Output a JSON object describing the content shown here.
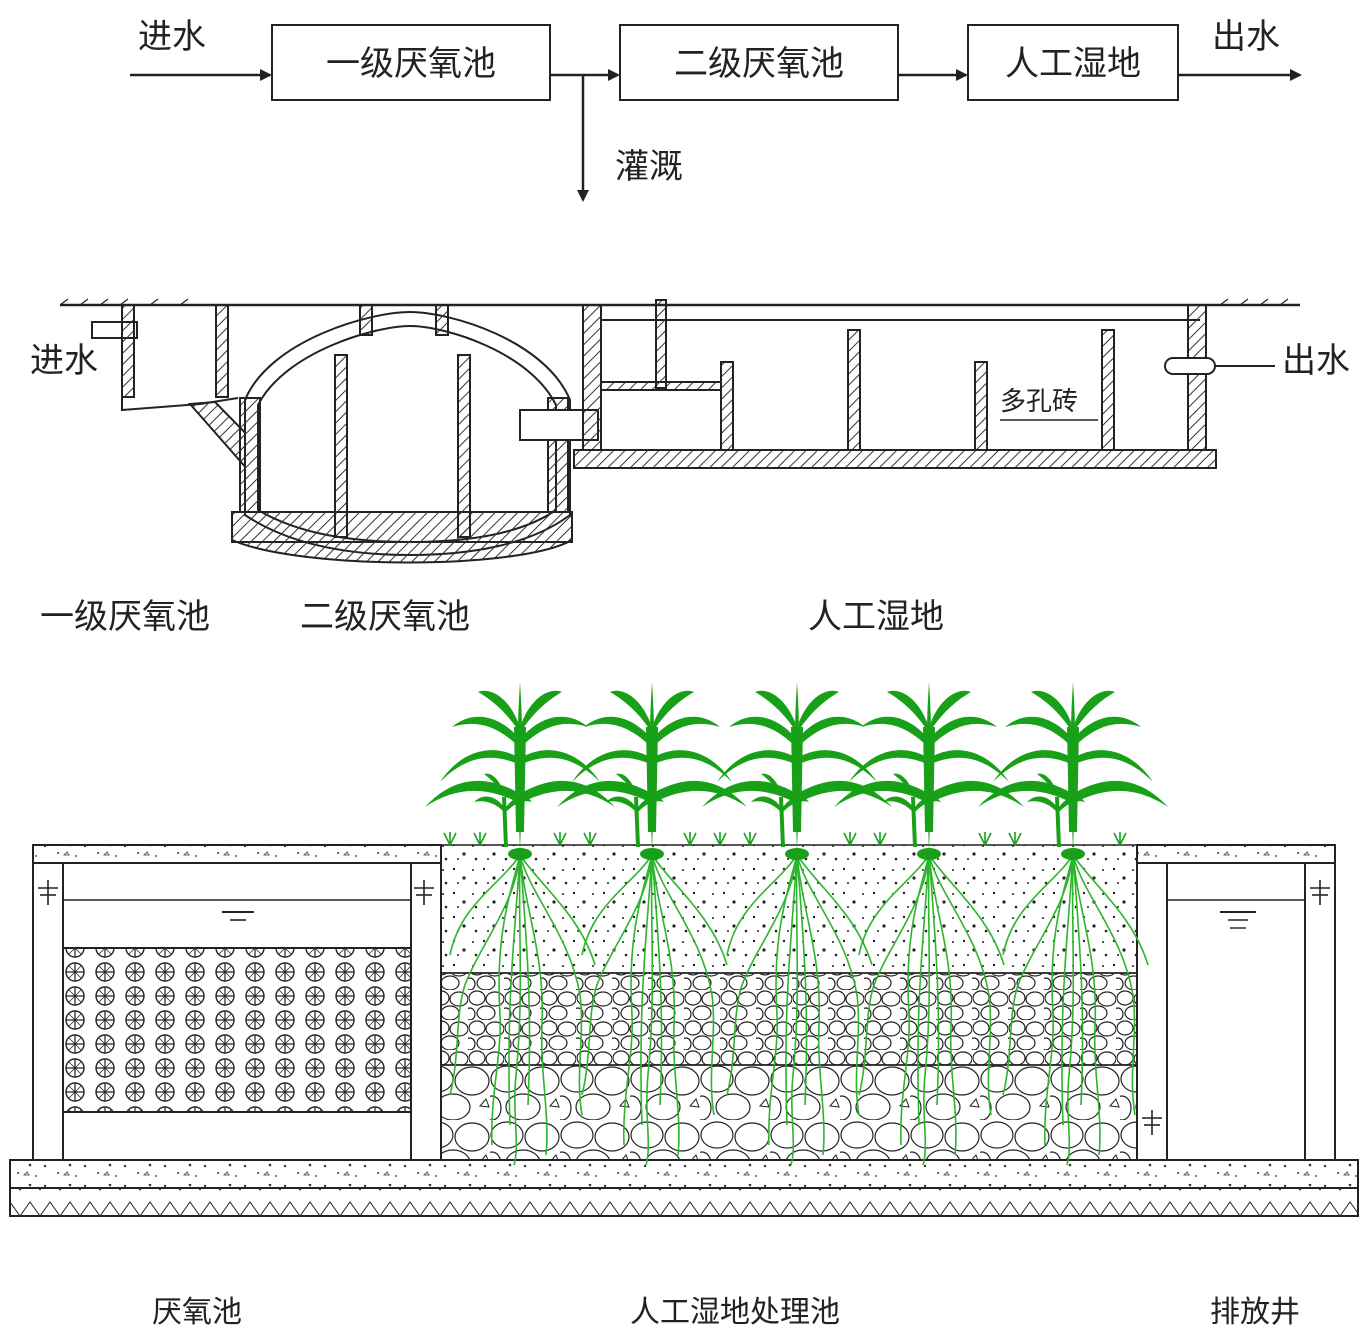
{
  "flow": {
    "inlet": "进水",
    "outlet": "出水",
    "branch": "灌溉",
    "boxes": [
      "一级厌氧池",
      "二级厌氧池",
      "人工湿地"
    ]
  },
  "section": {
    "inlet": "进水",
    "outlet": "出水",
    "porous_brick": "多孔砖",
    "captions": [
      "一级厌氧池",
      "二级厌氧池",
      "人工湿地"
    ]
  },
  "cutaway": {
    "captions": [
      "厌氧池",
      "人工湿地处理池",
      "排放井"
    ],
    "plant_count": 5,
    "colors": {
      "plant": "#19a019",
      "root": "#2db52d",
      "line": "#222222"
    }
  }
}
